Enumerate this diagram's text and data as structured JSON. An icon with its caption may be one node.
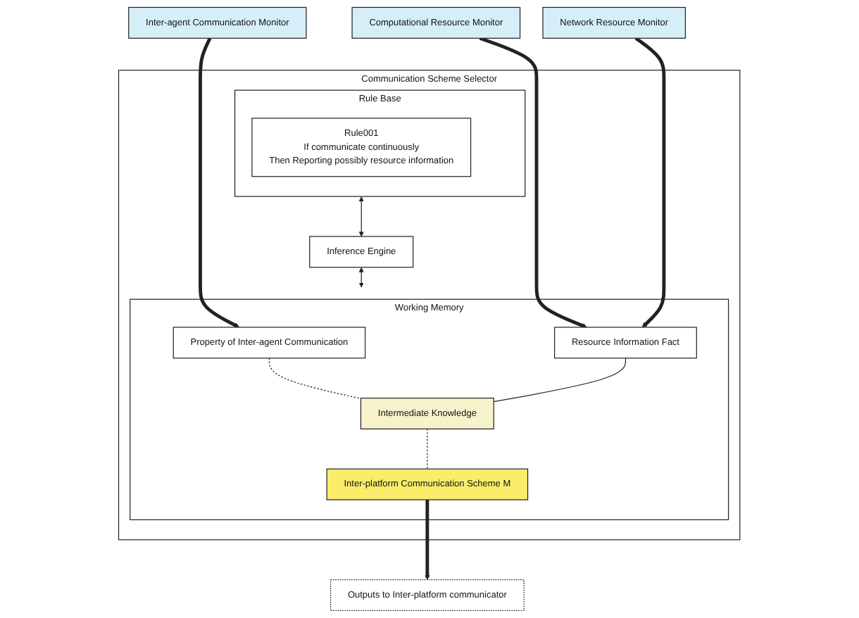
{
  "diagram": {
    "nodes": [
      {
        "text": [
          "Inter-agent Communication Monitor"
        ]
      },
      {
        "text": [
          "Computational Resource Monitor"
        ]
      },
      {
        "text": [
          "Network Resource Monitor"
        ]
      },
      {
        "text": [
          "Communication Scheme Selector"
        ]
      },
      {
        "text": [
          "Rule Base"
        ],
        "in": 3
      },
      {
        "text": [
          "Rule001",
          "If communicate continuously",
          "Then Reporting possibly resource information"
        ],
        "in": 4
      },
      {
        "text": [
          "Inference Engine"
        ],
        "in": 3
      },
      {
        "text": [
          "Working Memory"
        ],
        "in": 3
      },
      {
        "text": [
          "Property of Inter-agent Communication"
        ],
        "in": 7
      },
      {
        "text": [
          "Resource Information Fact"
        ],
        "in": 7
      },
      {
        "text": [
          "Intermediate Knowledge"
        ],
        "in": 7
      },
      {
        "text": [
          "Inter-platform Communication Scheme M"
        ],
        "in": 7
      },
      {
        "text": [
          "Outputs to Inter-platform communicator"
        ]
      }
    ],
    "edges": [
      {
        "from": 0,
        "to": 8,
        "arrow": "to",
        "style": "thick"
      },
      {
        "from": 1,
        "to": 9,
        "arrow": "to",
        "style": "thick"
      },
      {
        "from": 2,
        "to": 9,
        "arrow": "to",
        "style": "thick"
      },
      {
        "from": 4,
        "to": 6,
        "arrow": "both"
      },
      {
        "from": 6,
        "to": 7,
        "arrow": "both"
      },
      {
        "from": 8,
        "to": 10,
        "arrow": "none",
        "style": "dashed"
      },
      {
        "from": 9,
        "to": 10,
        "arrow": "none"
      },
      {
        "from": 10,
        "to": 11,
        "arrow": "none",
        "style": "dashed"
      },
      {
        "from": 11,
        "to": 12,
        "arrow": "to",
        "style": "thick"
      }
    ]
  }
}
